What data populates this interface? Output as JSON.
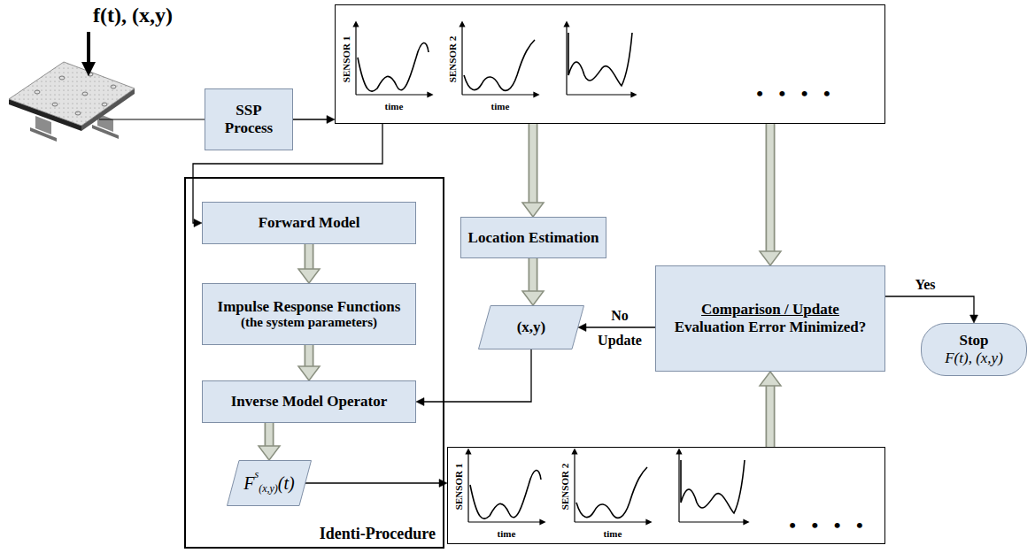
{
  "diagram": {
    "nodes": [
      {
        "text": [
          "SSP Process"
        ]
      },
      {
        "text": [
          "SENSOR 1",
          "time",
          "SENSOR 2",
          "time",
          "• • • •"
        ]
      },
      {
        "text": [
          "Identi-Procedure"
        ]
      },
      {
        "text": [
          "Forward Model"
        ],
        "in": 2
      },
      {
        "text": [
          "Impulse Response Functions",
          "(the system parameters)"
        ],
        "in": 2
      },
      {
        "text": [
          "Inverse Model Operator"
        ],
        "in": 2
      },
      {
        "text": [
          "F",
          "s",
          "(x,y)",
          "(t)"
        ],
        "in": 2
      },
      {
        "text": [
          "Location Estimation"
        ]
      },
      {
        "text": [
          "(x,y)"
        ]
      },
      {
        "text": [
          "Comparison / Update",
          "Evaluation Error Minimized?"
        ]
      },
      {
        "text": [
          "Stop",
          "F(t), (x,y)"
        ]
      },
      {
        "text": [
          "SENSOR 1",
          "time",
          "SENSOR 2",
          "time",
          "• • • •"
        ]
      }
    ],
    "edges": [
      {
        "from": 0,
        "to": 1,
        "arrow": "to"
      },
      {
        "from": 1,
        "to": 3,
        "arrow": "to"
      },
      {
        "from": 3,
        "to": 4,
        "arrow": "to"
      },
      {
        "from": 4,
        "to": 5,
        "arrow": "to"
      },
      {
        "from": 5,
        "to": 6,
        "arrow": "to"
      },
      {
        "from": 1,
        "to": 7,
        "arrow": "to"
      },
      {
        "from": 7,
        "to": 8,
        "arrow": "to"
      },
      {
        "from": 1,
        "to": 9,
        "arrow": "to"
      },
      {
        "from": 11,
        "to": 9,
        "arrow": "to"
      },
      {
        "from": 9,
        "to": 8,
        "label": "No",
        "arrow": "to"
      },
      {
        "from": 8,
        "to": 5,
        "arrow": "to"
      },
      {
        "from": 6,
        "to": 11,
        "arrow": "to"
      },
      {
        "from": 9,
        "to": 10,
        "label": "Yes",
        "arrow": "to"
      }
    ],
    "labels": [
      "f(t), (x,y)",
      "Update"
    ]
  }
}
